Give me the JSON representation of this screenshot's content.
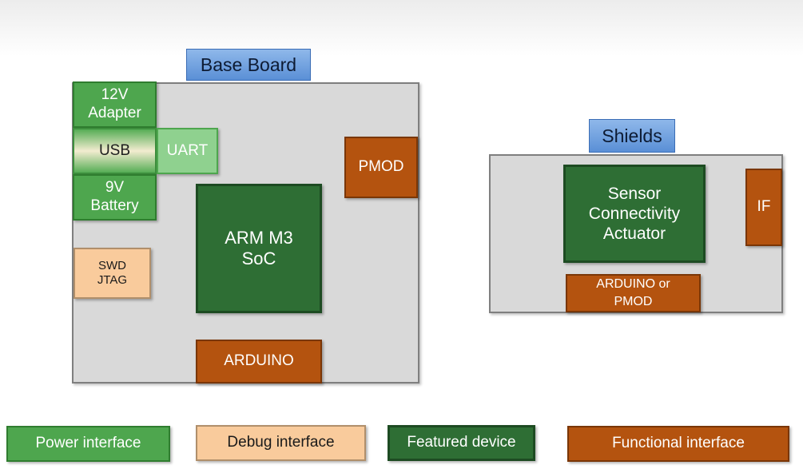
{
  "base_board": {
    "title": "Base Board",
    "adapter": "12V\nAdapter",
    "usb": "USB",
    "uart": "UART",
    "battery": "9V\nBattery",
    "swd_jtag": "SWD\nJTAG",
    "soc": "ARM  M3\nSoC",
    "pmod": "PMOD",
    "arduino": "ARDUINO"
  },
  "shields": {
    "title": "Shields",
    "sensor": "Sensor\nConnectivity\nActuator",
    "if": "IF",
    "arduino_or_pmod": "ARDUINO or\nPMOD"
  },
  "legend": {
    "power": "Power interface",
    "debug": "Debug interface",
    "featured": "Featured device",
    "functional": "Functional  interface"
  },
  "colors": {
    "power": "#4ea64e",
    "debug": "#f9cb9c",
    "featured": "#2e6e34",
    "functional": "#b4530f",
    "board": "#d9d9d9",
    "title_tag": "#6a9ce0"
  }
}
